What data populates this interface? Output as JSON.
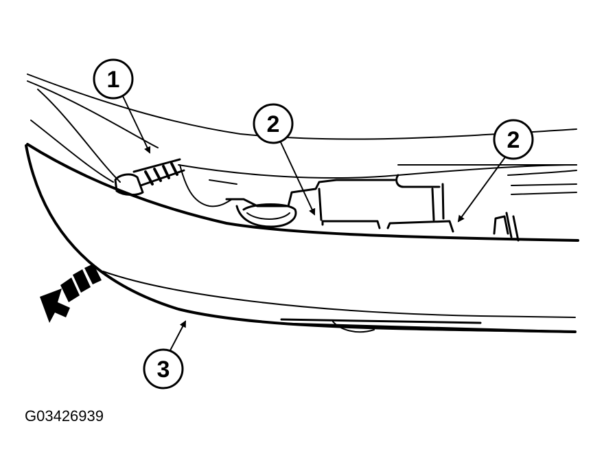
{
  "diagram": {
    "callouts": [
      {
        "label": "1"
      },
      {
        "label": "2"
      },
      {
        "label": "2"
      },
      {
        "label": "3"
      }
    ],
    "figure_id": "G03426939"
  }
}
